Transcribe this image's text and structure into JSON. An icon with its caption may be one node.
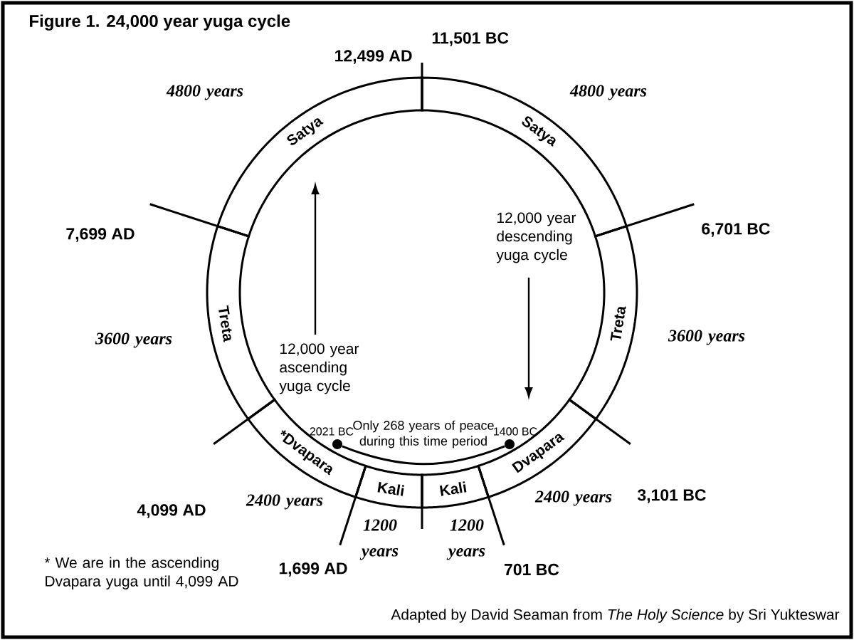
{
  "diagram": {
    "title": "Figure 1. 24,000 year yuga cycle",
    "nodes": [
      {
        "text": [
          "Satya"
        ],
        "beside": [
          "4800 years"
        ]
      },
      {
        "text": [
          "Satya"
        ],
        "beside": [
          "4800 years"
        ]
      },
      {
        "text": [
          "Treta"
        ],
        "beside": [
          "3600 years"
        ]
      },
      {
        "text": [
          "Treta"
        ],
        "beside": [
          "3600 years"
        ]
      },
      {
        "text": [
          "*Dvapara"
        ],
        "beside": [
          "2400 years"
        ]
      },
      {
        "text": [
          "Dvapara"
        ],
        "beside": [
          "2400 years"
        ]
      },
      {
        "text": [
          "Kali"
        ],
        "beside": [
          "1200 years"
        ]
      },
      {
        "text": [
          "Kali"
        ],
        "beside": [
          "1200 years"
        ]
      },
      {
        "text": [],
        "shape": "circle",
        "beside": [
          "2021 BC"
        ]
      },
      {
        "text": [],
        "shape": "circle",
        "beside": [
          "1400 BC"
        ]
      }
    ],
    "edges": [
      {
        "from": 8,
        "to": 9,
        "arrow": "none",
        "label": "Only 268 years of peace during this time period"
      }
    ],
    "labels": [
      "11,501 BC",
      "12,499 AD",
      "12,000 year descending yuga cycle",
      "6,701 BC",
      "7,699 AD",
      "12,000 year ascending yuga cycle",
      "3,101 BC",
      "4,099 AD",
      "1,699 AD",
      "701 BC",
      "* We are in the ascending Dvapara yuga until 4,099 AD",
      "Adapted by David Seaman from *The Holy Science* by Sri Yukteswar"
    ]
  }
}
